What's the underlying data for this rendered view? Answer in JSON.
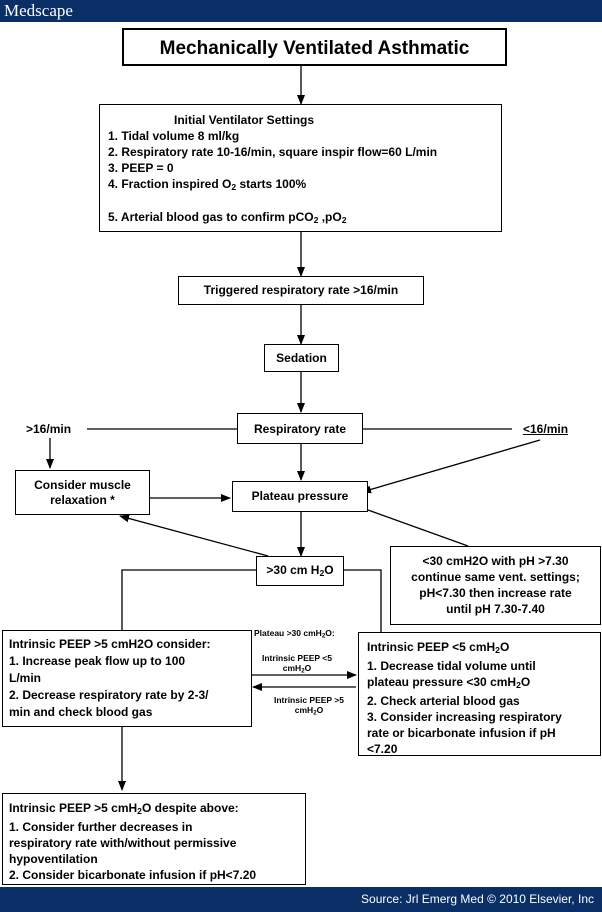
{
  "header": {
    "logo": "Medscape"
  },
  "footer": {
    "source": "Source: Jrl Emerg Med © 2010 Elsevier, Inc"
  },
  "diagram": {
    "title": "Mechanically Ventilated Asthmatic",
    "initial": {
      "heading": "Initial Ventilator Settings",
      "item1": "1. Tidal volume 8 ml/kg",
      "item2": "2. Respiratory rate 10-16/min, square inspir flow=60 L/min",
      "item3": "3. PEEP = 0",
      "item4_pre": "4. Fraction inspired O",
      "item4_sub": "2",
      "item4_post": " starts 100%",
      "item5_pre": "5. Arterial blood gas to confirm pCO",
      "item5_sub1": "2",
      "item5_mid": " ,pO",
      "item5_sub2": "2"
    },
    "triggered": "Triggered respiratory rate >16/min",
    "sedation": "Sedation",
    "resp_rate": "Respiratory rate",
    "gt16": ">16/min",
    "le16": "<16/min",
    "muscle": {
      "line1": "Consider muscle",
      "line2": "relaxation *"
    },
    "plateau": "Plateau pressure",
    "gt30_pre": ">30 cm H",
    "gt30_sub": "2",
    "gt30_post": "O",
    "lt30": {
      "line1": "<30 cmH2O with pH >7.30",
      "line2": "continue same vent. settings;",
      "line3": "pH<7.30 then increase rate",
      "line4": "until pH 7.30-7.40"
    },
    "left_box": {
      "line1": "Intrinsic PEEP >5 cmH2O consider:",
      "line2": "1. Increase peak flow up to 100",
      "line3": "L/min",
      "line4": "2. Decrease respiratory rate by 2-3/",
      "line5": "min and check blood gas"
    },
    "plateau_label_pre": "Plateau >30 cmH",
    "plateau_label_sub": "2",
    "plateau_label_post": "O:",
    "peep_lt5": {
      "line1": "Intrinsic PEEP <5",
      "line2_pre": "cmH",
      "line2_sub": "2",
      "line2_post": "O"
    },
    "peep_gt5": {
      "line1": "Intrinsic PEEP >5",
      "line2_pre": "cmH",
      "line2_sub": "2",
      "line2_post": "O"
    },
    "right_box": {
      "line1_pre": "Intrinsic PEEP <5 cmH",
      "line1_sub": "2",
      "line1_post": "O",
      "line2": "1. Decrease tidal volume until",
      "line3_pre": "plateau pressure <30 cmH",
      "line3_sub": "2",
      "line3_post": "O",
      "line4": "2. Check arterial blood gas",
      "line5": "3. Consider increasing respiratory",
      "line6": "rate or bicarbonate infusion if pH",
      "line7": "<7.20"
    },
    "bottom_box": {
      "line1_pre": "Intrinsic PEEP >5 cmH",
      "line1_sub": "2",
      "line1_post": "O despite above:",
      "line2": "1. Consider further decreases in",
      "line3": "respiratory rate with/without permissive",
      "line4": "hypoventilation",
      "line5": "2. Consider bicarbonate infusion if pH<7.20"
    }
  }
}
